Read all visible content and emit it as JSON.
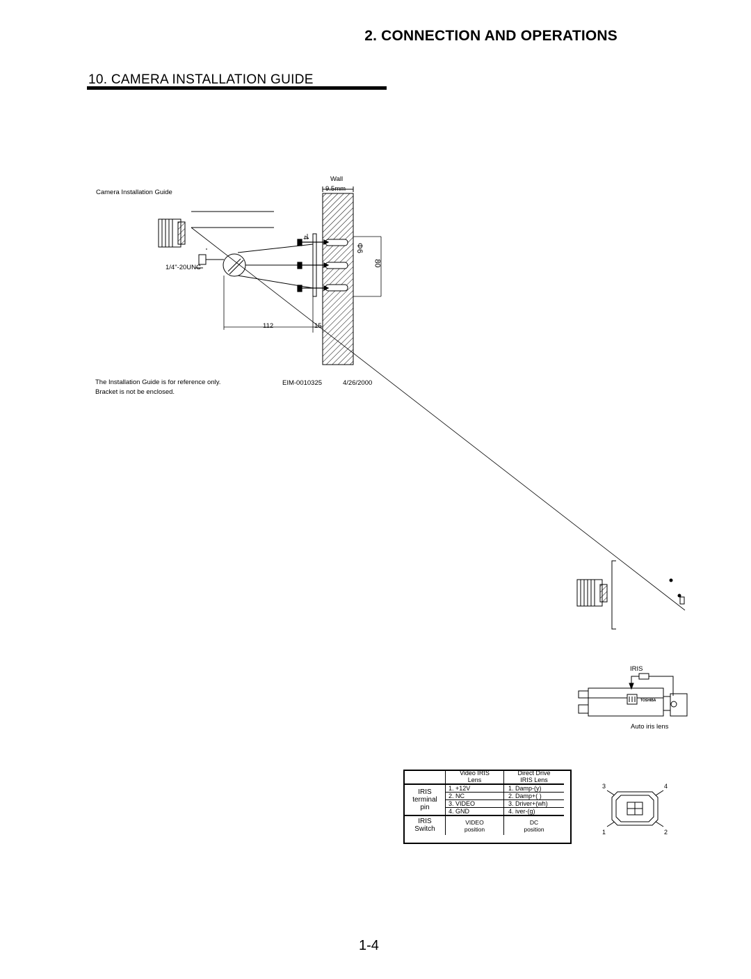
{
  "header": {
    "section": "2.  CONNECTION AND OPERATIONS",
    "title": "10. CAMERA INSTALLATION GUIDE"
  },
  "guide": {
    "caption": "Camera Installation Guide",
    "thread_label": "1/4\"-20UNC",
    "wall_label": "Wall",
    "wall_thickness": "9.5mm",
    "dim_screw": "4",
    "dim_hole": "Φ6",
    "dim_height": "80",
    "dim_width": "112",
    "dim_offset": "15",
    "note_line1": "The Installation Guide is for reference only.",
    "note_line2": "Bracket is not be enclosed.",
    "doc_id": "EIM-0010325",
    "doc_date": "4/26/2000"
  },
  "camera": {
    "iris_label": "IRIS",
    "auto_iris_label": "Auto iris lens",
    "brand": "TOSHIBA"
  },
  "connector": {
    "pin_tl": "3",
    "pin_tr": "4",
    "pin_bl": "1",
    "pin_br": "2"
  },
  "table": {
    "header_col2_l1": "Video IRIS",
    "header_col2_l2": "Lens",
    "header_col3_l1": "Direct Drive",
    "header_col3_l2": "IRIS Lens",
    "row_label_l1": "IRIS",
    "row_label_l2": "terminal",
    "row_label_l3": "pin",
    "pins": [
      {
        "video": "1. +12V",
        "direct": "1. Damp-(y)"
      },
      {
        "video": "2. NC",
        "direct": "2. Damp+(  )"
      },
      {
        "video": "3. VIDEO",
        "direct": "3. Driver+(wh)"
      },
      {
        "video": "4. GND",
        "direct": "4.    iver-(g)"
      }
    ],
    "switch_label_l1": "IRIS",
    "switch_label_l2": "Switch",
    "switch_video_l1": "VIDEO",
    "switch_video_l2": "position",
    "switch_dc_l1": "DC",
    "switch_dc_l2": "position"
  },
  "page_number": "1-4"
}
